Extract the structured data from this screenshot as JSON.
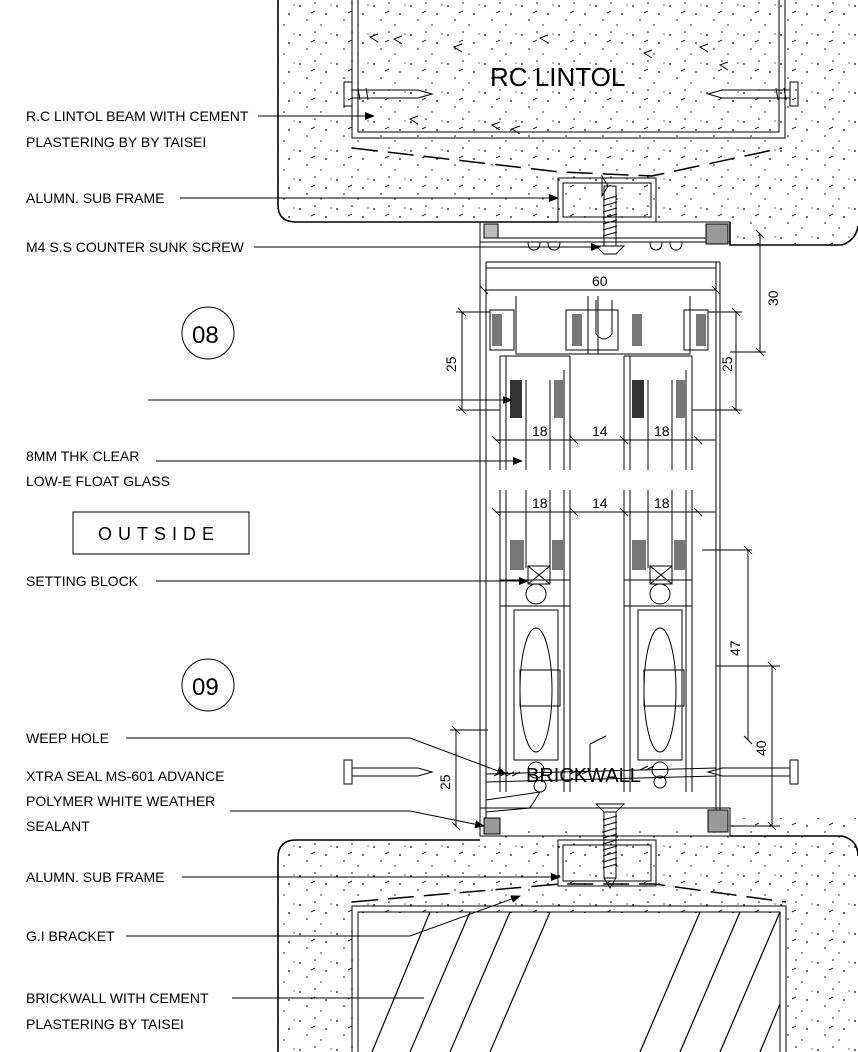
{
  "labels": {
    "rc_lintol": "RC LINTOL",
    "brickwall": "BRICKWALL",
    "outside": "OUTSIDE",
    "tag_08": "08",
    "tag_09": "09",
    "callout_rc_beam_1": "R.C LINTOL BEAM WITH CEMENT",
    "callout_rc_beam_2": "PLASTERING BY BY TAISEI",
    "callout_sub_frame_top": "ALUMN. SUB FRAME",
    "callout_screw": "M4 S.S COUNTER SUNK SCREW",
    "callout_glass_1": "8MM THK CLEAR",
    "callout_glass_2": "LOW-E FLOAT GLASS",
    "callout_setting_block": "SETTING BLOCK",
    "callout_weep_hole": "WEEP HOLE",
    "callout_sealant_1": "XTRA SEAL MS-601 ADVANCE",
    "callout_sealant_2": "POLYMER WHITE WEATHER",
    "callout_sealant_3": "SEALANT",
    "callout_sub_frame_bottom": "ALUMN. SUB FRAME",
    "callout_bracket": "G.I BRACKET",
    "callout_brick_1": "BRICKWALL WITH CEMENT",
    "callout_brick_2": "PLASTERING BY TAISEI"
  },
  "dimensions": {
    "d60": "60",
    "d30": "30",
    "d25_left_top": "25",
    "d25_right_top": "25",
    "d18_a": "18",
    "d14_a": "14",
    "d18_b": "18",
    "d18_c": "18",
    "d14_b": "14",
    "d18_d": "18",
    "d47": "47",
    "d40": "40",
    "d25_left_bottom": "25"
  }
}
